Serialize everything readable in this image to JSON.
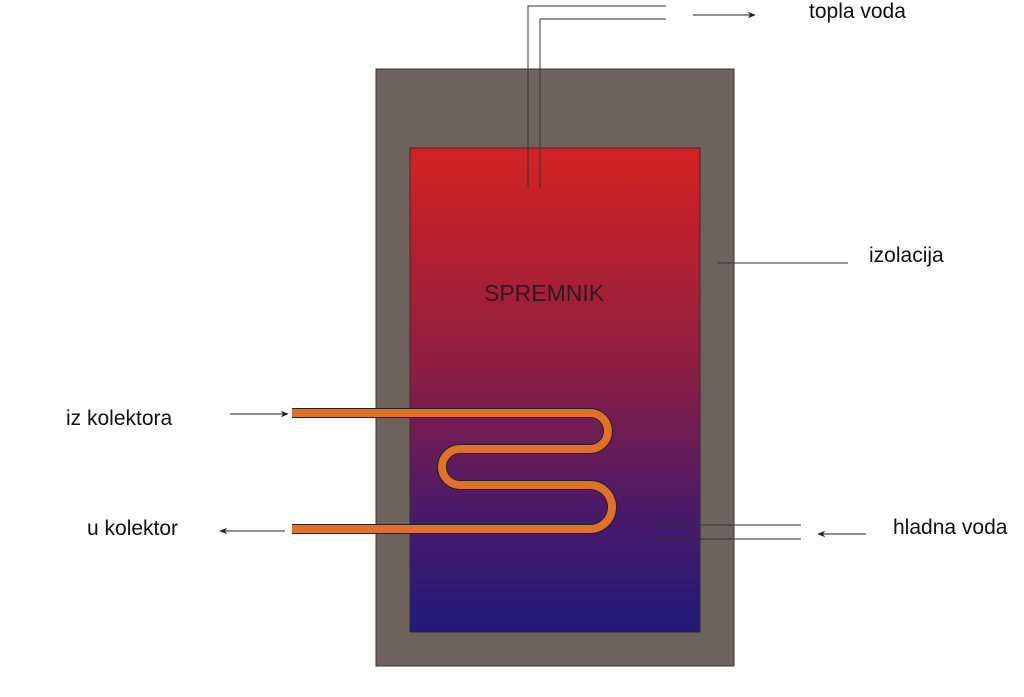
{
  "labels": {
    "hot_water": "topla voda",
    "insulation": "izolacija",
    "tank": "SPREMNIK",
    "from_collector": "iz kolektora",
    "to_collector": "u kolektor",
    "cold_water": "hladna voda"
  },
  "colors": {
    "insulation": "#6e625c",
    "water_top": "#d42222",
    "water_bottom": "#201a7a",
    "coil": "#e0702a",
    "line": "#333333"
  }
}
